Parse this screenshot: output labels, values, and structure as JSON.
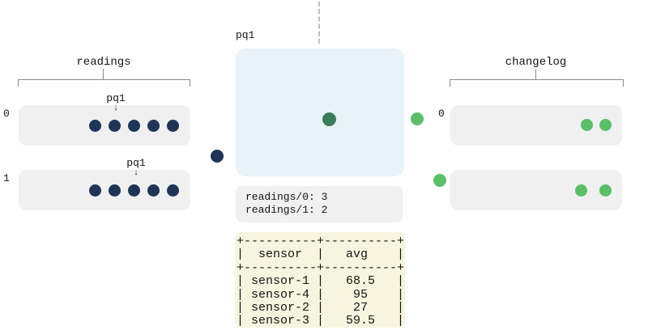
{
  "colors": {
    "message_navy": "#1e3558",
    "record_green": "#5abf66",
    "state_green": "#3a7d5b",
    "partition_bg": "#f0f0f0",
    "processor_bg": "#e7f3f8",
    "table_bg": "#f8f4df",
    "bracket_gray": "#8a8a8a"
  },
  "icons": {
    "down_arrow": "↓"
  },
  "readings": {
    "title": "readings",
    "partitions": [
      {
        "label": "0",
        "cursor": "pq1",
        "messages": 5
      },
      {
        "label": "1",
        "cursor": "pq1",
        "messages": 5
      }
    ]
  },
  "processor": {
    "label": "pq1"
  },
  "state": {
    "lines": [
      "readings/0: 3",
      "readings/1: 2"
    ]
  },
  "table": {
    "headers": [
      "sensor",
      "avg"
    ],
    "rows": [
      [
        "sensor-1",
        "68.5"
      ],
      [
        "sensor-4",
        "95"
      ],
      [
        "sensor-2",
        "27"
      ],
      [
        "sensor-3",
        "59.5"
      ]
    ],
    "ascii": "+----------+----------+\n|  sensor  |   avg    |\n+----------+----------+\n| sensor-1 |   68.5   |\n| sensor-4 |    95    |\n| sensor-2 |    27    |\n| sensor-3 |   59.5   |"
  },
  "changelog": {
    "title": "changelog",
    "partitions": [
      {
        "label": "0",
        "records": 2
      },
      {
        "label": "",
        "records": 2
      }
    ]
  }
}
